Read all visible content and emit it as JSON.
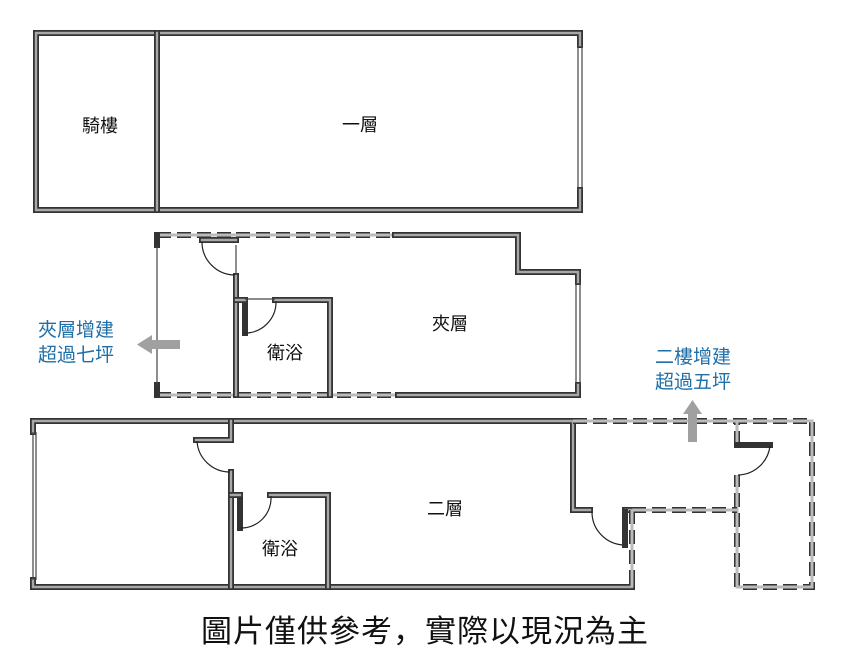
{
  "floors": {
    "first": {
      "arcade_label": "騎樓",
      "floor_label": "一層"
    },
    "mezzanine": {
      "floor_label": "夾層",
      "bath_label": "衛浴"
    },
    "second": {
      "floor_label": "二層",
      "bath_label": "衛浴"
    }
  },
  "notes": {
    "mezzanine_extension": [
      "夾層增建",
      "超過七坪"
    ],
    "second_extension": [
      "二樓增建",
      "超過五坪"
    ]
  },
  "caption": "圖片僅供參考，實際以現況為主",
  "colors": {
    "note": "#1f6fa8",
    "wall": "#333333",
    "arrow": "#a0a0a0"
  }
}
